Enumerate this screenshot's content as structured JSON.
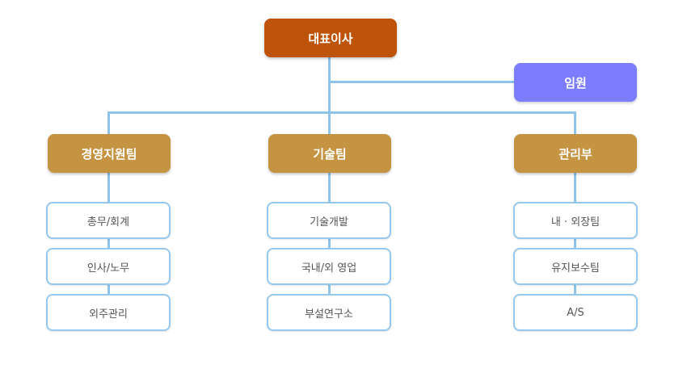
{
  "ceo": {
    "label": "대표이사"
  },
  "executive": {
    "label": "임원"
  },
  "departments": [
    {
      "label": "경영지원팀",
      "teams": [
        "총무/회계",
        "인사/노무",
        "외주관리"
      ]
    },
    {
      "label": "기술팀",
      "teams": [
        "기술개발",
        "국내/외 영업",
        "부설연구소"
      ]
    },
    {
      "label": "관리부",
      "teams": [
        "내 · 외장팀",
        "유지보수팀",
        "A/S"
      ]
    }
  ],
  "colors": {
    "ceo": "#bd5409",
    "executive": "#7c7cff",
    "department": "#c49443",
    "team_border": "#94c8ee",
    "connector": "#8ec3ea"
  }
}
